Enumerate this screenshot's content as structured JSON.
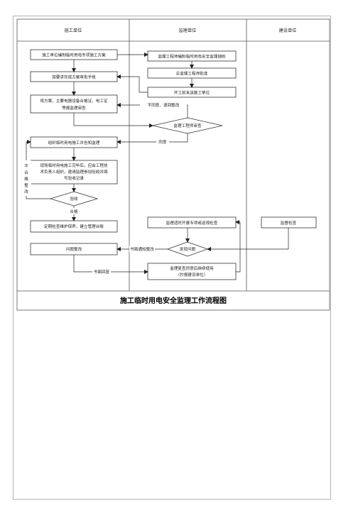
{
  "lanes": {
    "construction": "施工单位",
    "supervision": "监理单位",
    "owner": "建设单位"
  },
  "nodes": {
    "plan": "施工单位编制临时用电专项施工方案",
    "approval": "按要求完成方案审批手续",
    "submit_line1": "将方案、主要电器设备合格证、电工证",
    "submit_line2": "等报监理审查",
    "rules": "监理工程师编制临时用电安全监理细则",
    "chief_approve": "总监理工程师批准",
    "issue": "并工前发送施工单位",
    "engineer_review": "监理工程师审查",
    "organize": "组织临时用电施工并告知监理",
    "complete_line1": "现场临时用电施工完毕后，应由工程技",
    "complete_line2": "术负责人组织，邀请监理参加验收并填",
    "complete_line3": "写验收记录",
    "acceptance": "验收",
    "regular_check": "定期检查维护保养，建立管理台账",
    "inspection": "监理适时开展专项或巡视检查",
    "supervise": "监督检查",
    "find_issue": "发现问题",
    "rectify": "问题整改",
    "recheck_line1": "监理复查同意后继续使用",
    "recheck_line2": "（抄报建设单位）"
  },
  "edge_labels": {
    "disagree": "不同意、退回整改",
    "agree": "同意",
    "unqualified": [
      "不",
      "合",
      "格",
      "整",
      "改"
    ],
    "qualified": "合格",
    "written_notice": "书面通知整改",
    "written_reply": "书面回复"
  },
  "title": "施工临时用电安全监理工作流程图"
}
